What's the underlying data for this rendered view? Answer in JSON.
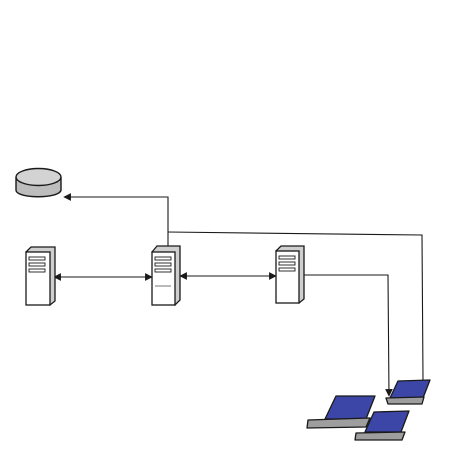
{
  "diagram": {
    "labels": [],
    "nodes": [
      {
        "id": "database",
        "kind": "database",
        "icon": "database-icon"
      },
      {
        "id": "server-left",
        "kind": "server",
        "icon": "server-tower-icon"
      },
      {
        "id": "server-center",
        "kind": "server",
        "icon": "server-tower-icon"
      },
      {
        "id": "server-right",
        "kind": "server",
        "icon": "server-tower-icon"
      },
      {
        "id": "laptop-left",
        "kind": "laptop",
        "icon": "laptop-icon"
      },
      {
        "id": "laptop-top-right",
        "kind": "laptop",
        "icon": "laptop-icon"
      },
      {
        "id": "laptop-bottom",
        "kind": "laptop",
        "icon": "laptop-icon"
      }
    ],
    "connections": [
      {
        "from": "server-center",
        "to": "database",
        "direction": "to"
      },
      {
        "from": "server-left",
        "to": "server-center",
        "direction": "both"
      },
      {
        "from": "server-center",
        "to": "server-right",
        "direction": "both"
      },
      {
        "from": "server-right",
        "to": "laptop-left",
        "direction": "to"
      },
      {
        "from": "server-center",
        "to": "laptop-top-right",
        "direction": "none"
      }
    ]
  },
  "colors": {
    "stroke": "#1a1a1a",
    "database_fill": "#bdbdbd",
    "database_top": "#d3d3d3",
    "server_fill": "#ffffff",
    "server_shadow": "#cfcfcf",
    "laptop_screen": "#3b46a6",
    "laptop_body": "#9e9e9e",
    "background": "#ffffff"
  }
}
